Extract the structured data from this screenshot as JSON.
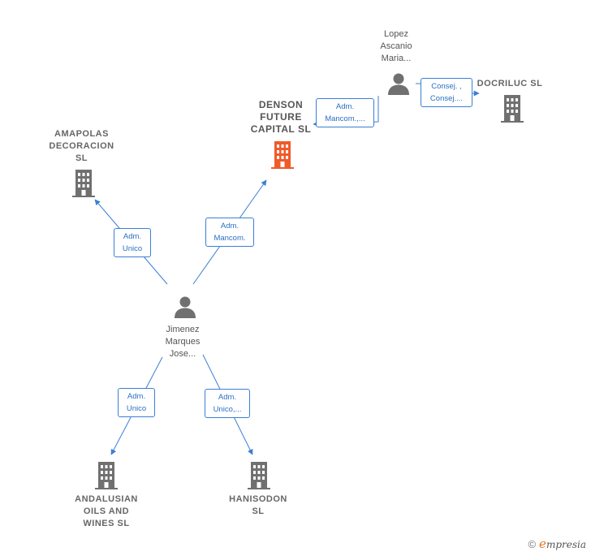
{
  "nodes": {
    "lopez": {
      "label": "Lopez\nAscanio\nMaria..."
    },
    "docriluc": {
      "label": "DOCRILUC SL"
    },
    "denson": {
      "label": "DENSON\nFUTURE\nCAPITAL  SL"
    },
    "amapolas": {
      "label": "AMAPOLAS\nDECORACION\nSL"
    },
    "jimenez": {
      "label": "Jimenez\nMarques\nJose..."
    },
    "andalusian": {
      "label": "ANDALUSIAN\nOILS AND\nWINES  SL"
    },
    "hanisodon": {
      "label": "HANISODON\nSL"
    }
  },
  "edges": {
    "lopez_denson": {
      "label": "Adm.\nMancom.,..."
    },
    "lopez_docriluc": {
      "label": "Consej. ,\nConsej...."
    },
    "jimenez_amapolas": {
      "label": "Adm.\nUnico"
    },
    "jimenez_denson": {
      "label": "Adm.\nMancom."
    },
    "jimenez_andalusian": {
      "label": "Adm.\nUnico"
    },
    "jimenez_hanisodon": {
      "label": "Adm.\nUnico,..."
    }
  },
  "colors": {
    "edge": "#3b7fd4",
    "focal": "#f05a28",
    "company": "#707070",
    "person": "#707070"
  },
  "icons": {
    "person": "person-icon",
    "company": "building-icon"
  },
  "brand": {
    "copyright": "©",
    "initial": "e",
    "name": "mpresia"
  }
}
